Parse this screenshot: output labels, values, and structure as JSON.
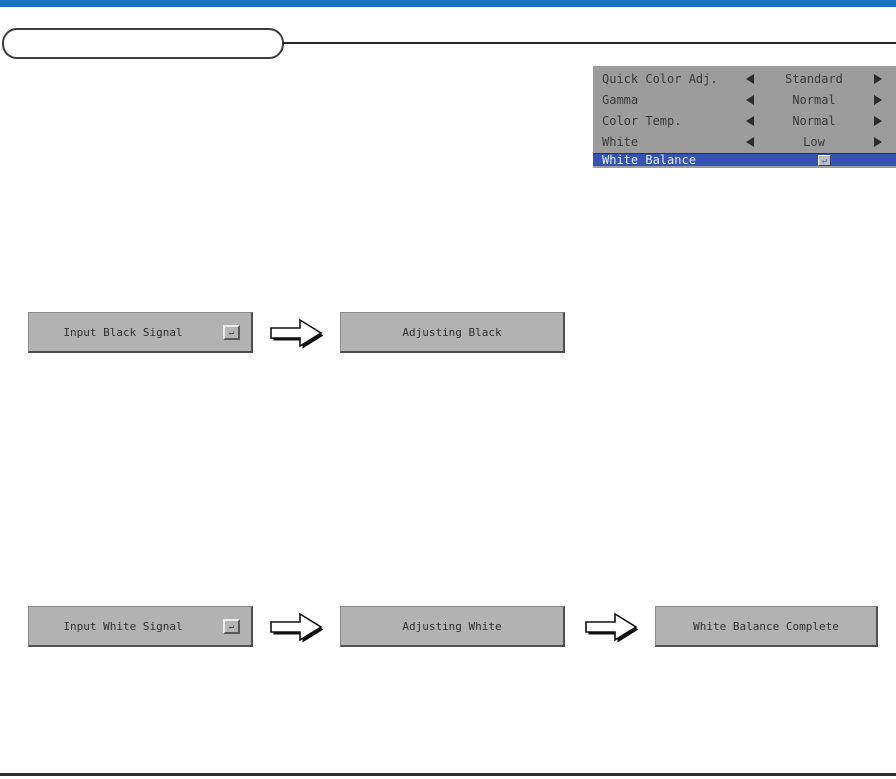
{
  "document": {
    "top_bar_color": "#1a70c1",
    "footer_line_color": "#2e2e2e"
  },
  "header": {
    "pill_label": ""
  },
  "osd_menu": {
    "colors": {
      "background": "#9c9c9c",
      "text": "#3a3a3a",
      "highlight": "#3453b4",
      "highlight_text": "#eef0f8"
    },
    "items": [
      {
        "label": "Quick Color Adj.",
        "value": "Standard"
      },
      {
        "label": "Gamma",
        "value": "Normal"
      },
      {
        "label": "Color Temp.",
        "value": "Normal"
      },
      {
        "label": "White",
        "value": "Low"
      }
    ],
    "selected_item": {
      "label": "White Balance"
    }
  },
  "black_adjust_flow": {
    "input_button_label": "Input Black Signal",
    "status_label": "Adjusting Black"
  },
  "white_adjust_flow": {
    "input_button_label": "Input White Signal",
    "status_label": "Adjusting White",
    "complete_label": "White Balance Complete"
  },
  "icons": {
    "enter": "↵"
  }
}
